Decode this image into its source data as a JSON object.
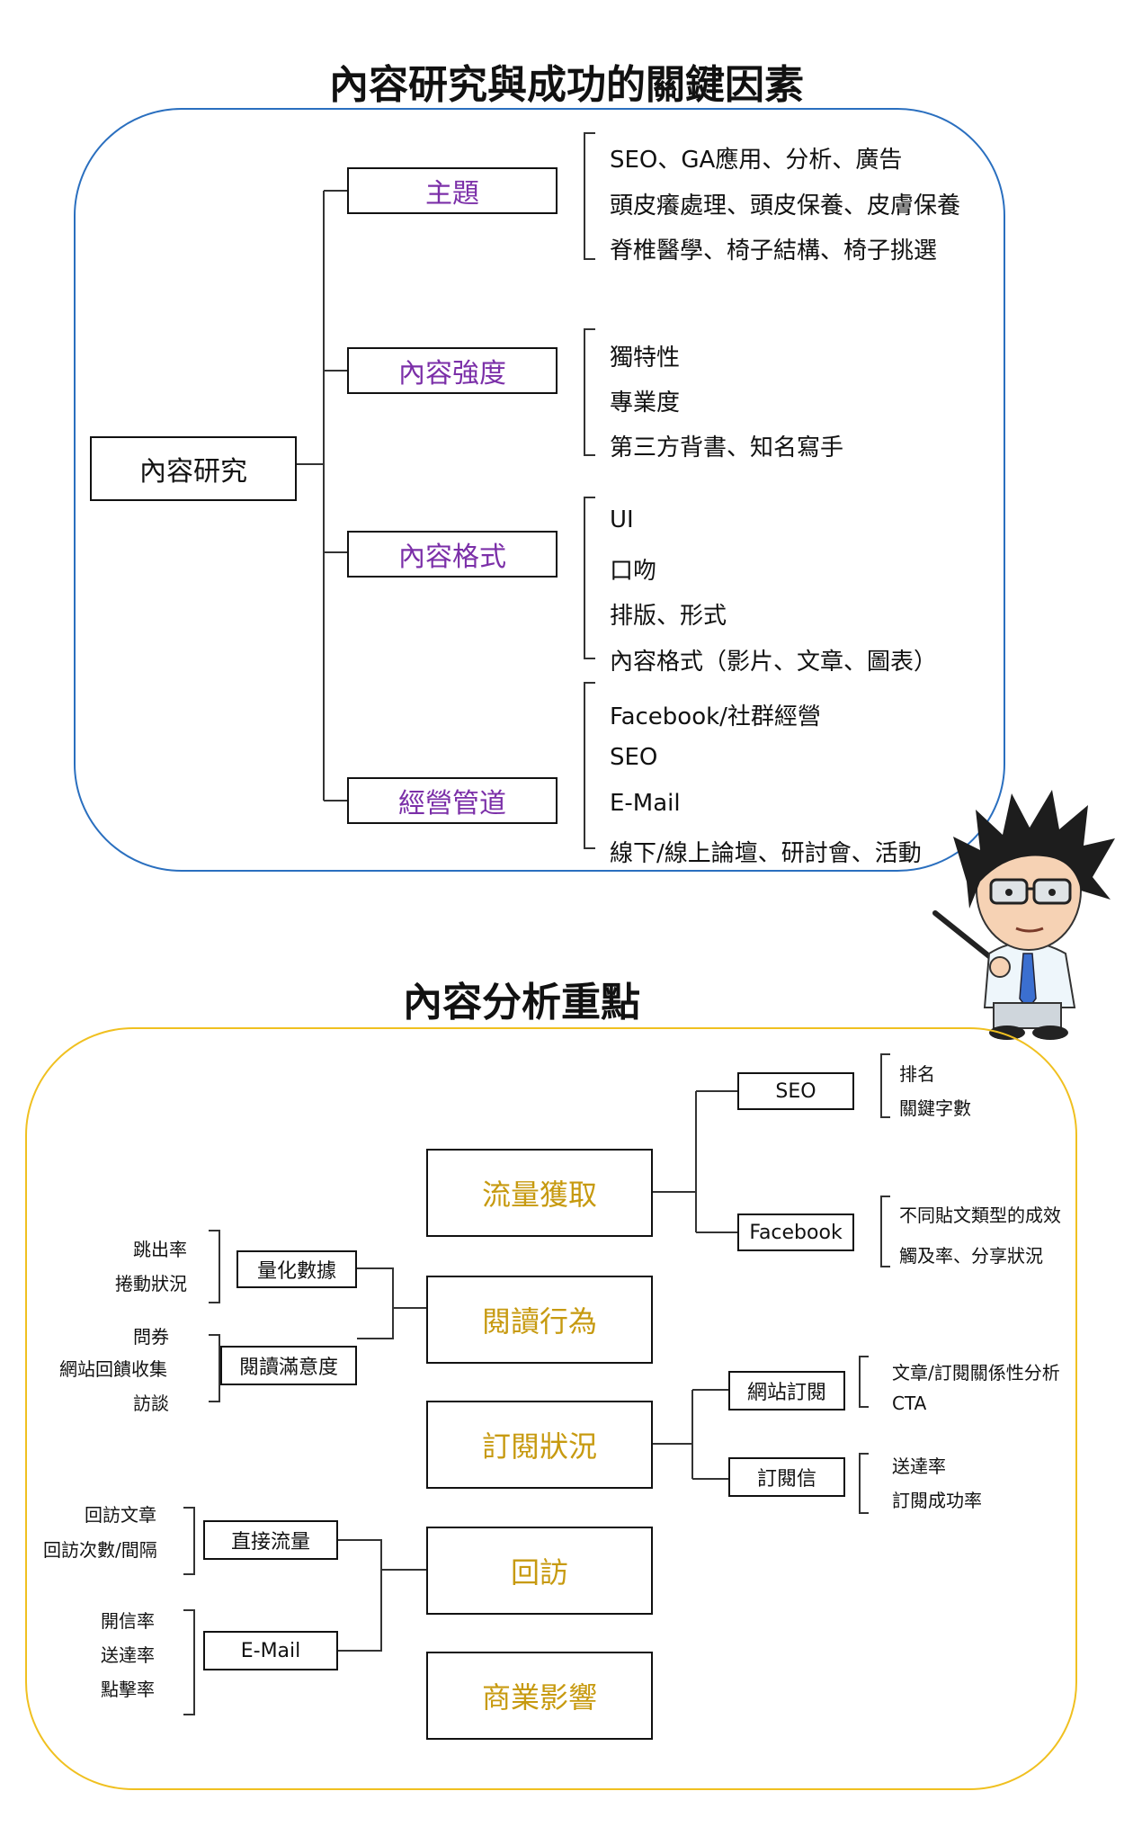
{
  "section1": {
    "title": "內容研究與成功的關鍵因素",
    "root": "內容研究",
    "nodes": [
      {
        "label": "主題",
        "items": [
          "SEO、GA應用、分析、廣告",
          "頭皮癢處理、頭皮保養、皮膚保養",
          "脊椎醫學、椅子結構、椅子挑選"
        ]
      },
      {
        "label": "內容強度",
        "items": [
          "獨特性",
          "專業度",
          "第三方背書、知名寫手"
        ]
      },
      {
        "label": "內容格式",
        "items": [
          "UI",
          "口吻",
          "排版、形式",
          "內容格式（影片、文章、圖表）"
        ]
      },
      {
        "label": "經營管道",
        "items": [
          "Facebook/社群經營",
          "SEO",
          "E-Mail",
          "線下/線上論壇、研討會、活動"
        ]
      }
    ]
  },
  "section2": {
    "title": "內容分析重點",
    "center": [
      "流量獲取",
      "閱讀行為",
      "訂閱狀況",
      "回訪",
      "商業影響"
    ],
    "traffic": {
      "seo": {
        "label": "SEO",
        "items": [
          "排名",
          "關鍵字數"
        ]
      },
      "facebook": {
        "label": "Facebook",
        "items": [
          "不同貼文類型的成效",
          "觸及率、分享狀況"
        ]
      }
    },
    "reading": {
      "quant": {
        "label": "量化數據",
        "items": [
          "跳出率",
          "捲動狀況"
        ]
      },
      "satisfaction": {
        "label": "閱讀滿意度",
        "items": [
          "問券",
          "網站回饋收集",
          "訪談"
        ]
      }
    },
    "subscription": {
      "site": {
        "label": "網站訂閱",
        "items": [
          "文章/訂閱關係性分析",
          "CTA"
        ]
      },
      "newsletter": {
        "label": "訂閱信",
        "items": [
          "送達率",
          "訂閱成功率"
        ]
      }
    },
    "revisit": {
      "direct": {
        "label": "直接流量",
        "items": [
          "回訪文章",
          "回訪次數/間隔"
        ]
      },
      "email": {
        "label": "E-Mail",
        "items": [
          "開信率",
          "送達率",
          "點擊率"
        ]
      }
    }
  },
  "colors": {
    "frame1": "#2a6fbf",
    "frame2": "#f0c020",
    "purple": "#7b2fa8",
    "gold": "#c79a10"
  }
}
